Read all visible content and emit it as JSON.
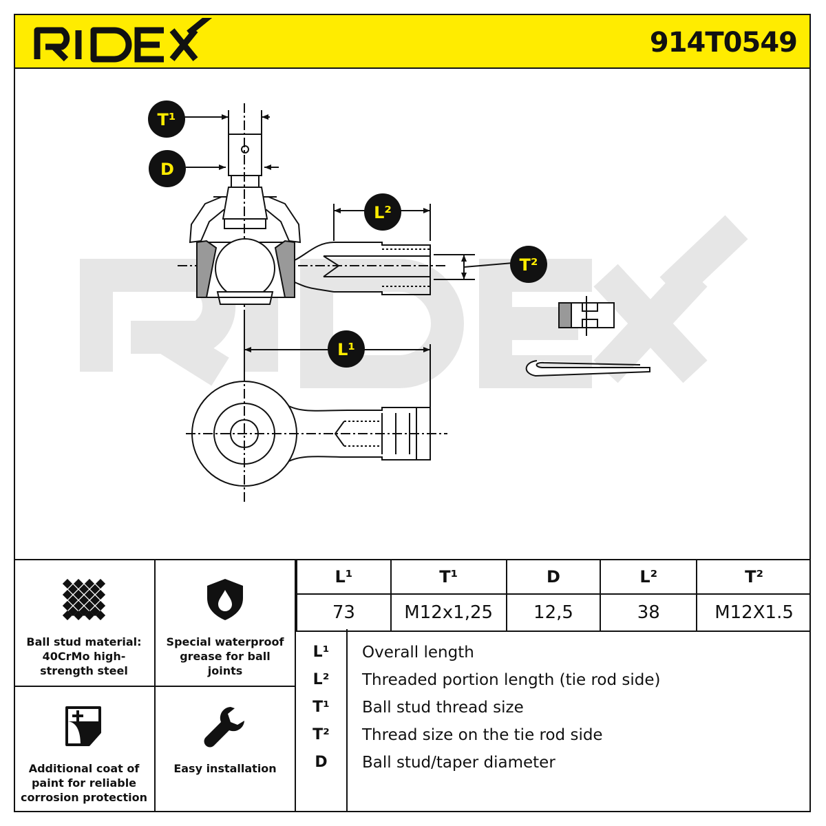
{
  "header": {
    "brand": "RIDEX",
    "part_number": "914T0549"
  },
  "drawing": {
    "watermark": "RIDEX",
    "labels": {
      "t1": "T¹",
      "d": "D",
      "l2": "L²",
      "t2": "T²",
      "l1": "L¹"
    }
  },
  "features": [
    {
      "icon": "mesh-grid-icon",
      "text": "Ball stud material: 40CrMo high-strength steel"
    },
    {
      "icon": "water-drop-shield-icon",
      "text": "Special waterproof grease for ball joints"
    },
    {
      "icon": "paint-coat-icon",
      "text": "Additional coat of paint for reliable corrosion protection"
    },
    {
      "icon": "wrench-icon",
      "text": "Easy installation"
    }
  ],
  "specs": {
    "headers": [
      "L¹",
      "T¹",
      "D",
      "L²",
      "T²"
    ],
    "values": [
      "73",
      "M12x1,25",
      "12,5",
      "38",
      "M12X1.5"
    ]
  },
  "legend": [
    {
      "symbol": "L¹",
      "description": "Overall length"
    },
    {
      "symbol": "L²",
      "description": "Threaded portion length (tie rod side)"
    },
    {
      "symbol": "T¹",
      "description": "Ball stud thread size"
    },
    {
      "symbol": "T²",
      "description": "Thread size on the tie rod side"
    },
    {
      "symbol": "D",
      "description": "Ball stud/taper diameter"
    }
  ],
  "colors": {
    "brand_yellow": "#ffec00",
    "ink": "#111111",
    "watermark": "#e6e6e6"
  }
}
